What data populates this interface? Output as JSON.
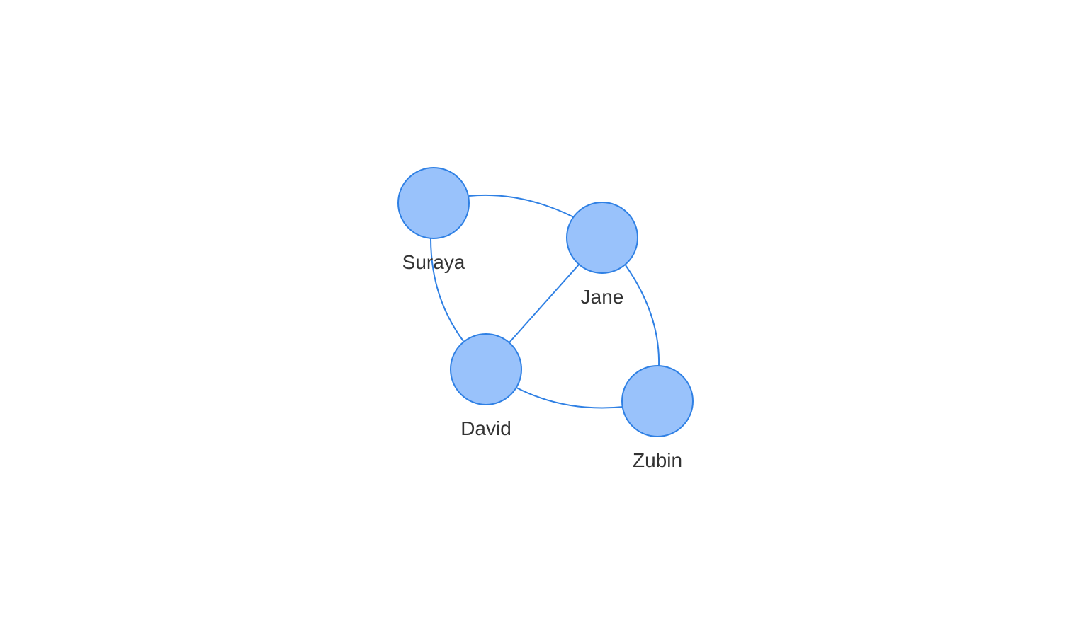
{
  "colors": {
    "node_fill": "#99c2fb",
    "node_stroke": "#2f80e4",
    "edge_stroke": "#2f80e4",
    "label_color": "#333333",
    "background": "#ffffff"
  },
  "graph": {
    "nodes": [
      {
        "id": "suraya",
        "label": "Suraya"
      },
      {
        "id": "jane",
        "label": "Jane"
      },
      {
        "id": "david",
        "label": "David"
      },
      {
        "id": "zubin",
        "label": "Zubin"
      }
    ],
    "edges": [
      {
        "from": "suraya",
        "to": "jane"
      },
      {
        "from": "suraya",
        "to": "david"
      },
      {
        "from": "jane",
        "to": "david"
      },
      {
        "from": "jane",
        "to": "zubin"
      },
      {
        "from": "david",
        "to": "zubin"
      }
    ]
  }
}
